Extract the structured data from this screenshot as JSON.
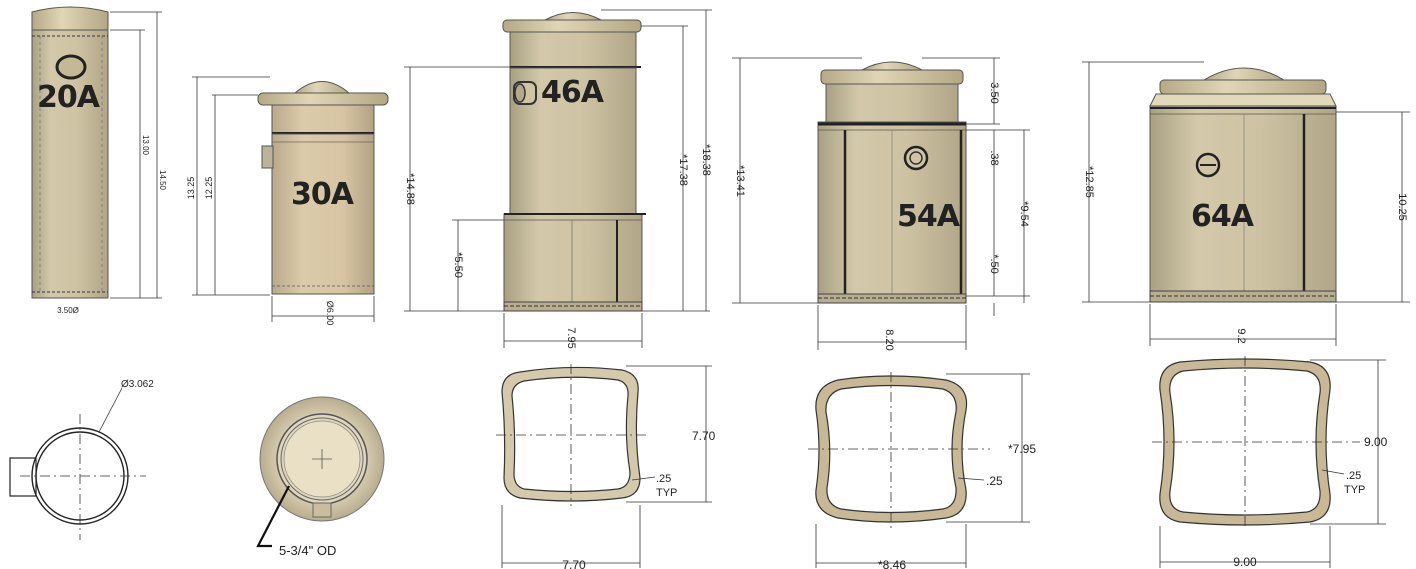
{
  "colors": {
    "body": "#cfc3a2",
    "body_dark": "#a9a083",
    "cap": "#c9bb97",
    "dim_line": "#333333",
    "text": "#222222"
  },
  "units": [
    {
      "id": "20A",
      "label": "20A",
      "side": {
        "height_overall": "14.50",
        "height_body": "13.00",
        "diameter_note": "3.50Ø"
      },
      "top": {
        "diameter_callout": "Ø3.062"
      }
    },
    {
      "id": "30A",
      "label": "30A",
      "side": {
        "height_overall": "13.25",
        "height_body": "12.25",
        "width": "Ø6.00"
      },
      "top": {
        "od_callout": "5-3/4\" OD"
      }
    },
    {
      "id": "46A",
      "label": "46A",
      "side": {
        "height_lower": "*14.88",
        "height_mid": "*17.38",
        "height_overall": "*18.38",
        "height_base": "*5.50",
        "width": "7.95"
      },
      "top": {
        "width": "7.70",
        "height": "7.70",
        "wall": ".25",
        "wall_note": "TYP"
      }
    },
    {
      "id": "54A",
      "label": "54A",
      "side": {
        "height_overall": "*13.41",
        "height_cap": "3.50",
        "gap": ".38",
        "height_body": "*9.54",
        "height_base": "*.50",
        "width": "8.20"
      },
      "top": {
        "width": "*8.46",
        "height": "*7.95",
        "wall": ".25"
      }
    },
    {
      "id": "64A",
      "label": "64A",
      "side": {
        "height_overall": "*12.85",
        "height_body": "10.25",
        "width": "9.2"
      },
      "top": {
        "width": "9.00",
        "height": "9.00",
        "wall": ".25",
        "wall_note": "TYP"
      }
    }
  ]
}
